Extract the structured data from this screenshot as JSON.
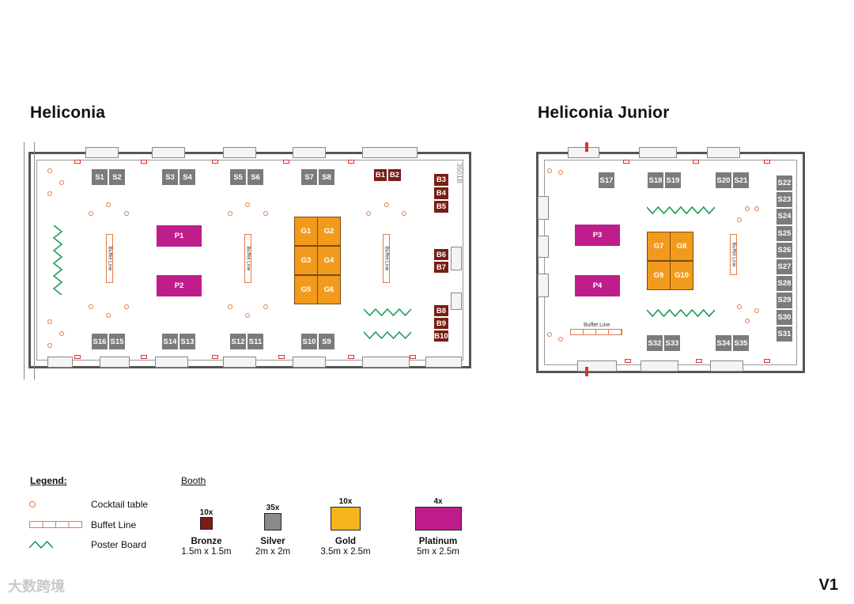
{
  "halls": {
    "heliconia": {
      "title": "Heliconia",
      "room_number": "3501B"
    },
    "junior": {
      "title": "Heliconia Junior"
    }
  },
  "booths": {
    "S1": "S1",
    "S2": "S2",
    "S3": "S3",
    "S4": "S4",
    "S5": "S5",
    "S6": "S6",
    "S7": "S7",
    "S8": "S8",
    "S9": "S9",
    "S10": "S10",
    "S11": "S11",
    "S12": "S12",
    "S13": "S13",
    "S14": "S14",
    "S15": "S15",
    "S16": "S16",
    "S17": "S17",
    "S18": "S18",
    "S19": "S19",
    "S20": "S20",
    "S21": "S21",
    "S22": "S22",
    "S23": "S23",
    "S24": "S24",
    "S25": "S25",
    "S26": "S26",
    "S27": "S27",
    "S28": "S28",
    "S29": "S29",
    "S30": "S30",
    "S31": "S31",
    "S32": "S32",
    "S33": "S33",
    "S34": "S34",
    "S35": "S35",
    "B1": "B1",
    "B2": "B2",
    "B3": "B3",
    "B4": "B4",
    "B5": "B5",
    "B6": "B6",
    "B7": "B7",
    "B8": "B8",
    "B9": "B9",
    "B10": "B10",
    "G1": "G1",
    "G2": "G2",
    "G3": "G3",
    "G4": "G4",
    "G5": "G5",
    "G6": "G6",
    "G7": "G7",
    "G8": "G8",
    "G9": "G9",
    "G10": "G10",
    "P1": "P1",
    "P2": "P2",
    "P3": "P3",
    "P4": "P4"
  },
  "buffet_label": "Buffet Line",
  "legend": {
    "heading": "Legend:",
    "booth_heading": "Booth",
    "items": {
      "cocktail": "Cocktail table",
      "buffet": "Buffet Line",
      "poster": "Poster Board"
    },
    "tiers": [
      {
        "count": "10x",
        "name": "Bronze",
        "size": "1.5m x 1.5m",
        "color": "#7a1d12"
      },
      {
        "count": "35x",
        "name": "Silver",
        "size": "2m x 2m",
        "color": "#8a8a8a"
      },
      {
        "count": "10x",
        "name": "Gold",
        "size": "3.5m x 2.5m",
        "color": "#f5b31c"
      },
      {
        "count": "4x",
        "name": "Platinum",
        "size": "5m x 2.5m",
        "color": "#bf1d8c"
      }
    ]
  },
  "version": "V1",
  "watermark": "大数跨境",
  "colors": {
    "bronze": "#7a1d12",
    "silver": "#7b7b7b",
    "gold": "#f29a1c",
    "platinum": "#bf1d8c",
    "poster": "#1e9a5a",
    "cocktail": "#e07a4a"
  }
}
